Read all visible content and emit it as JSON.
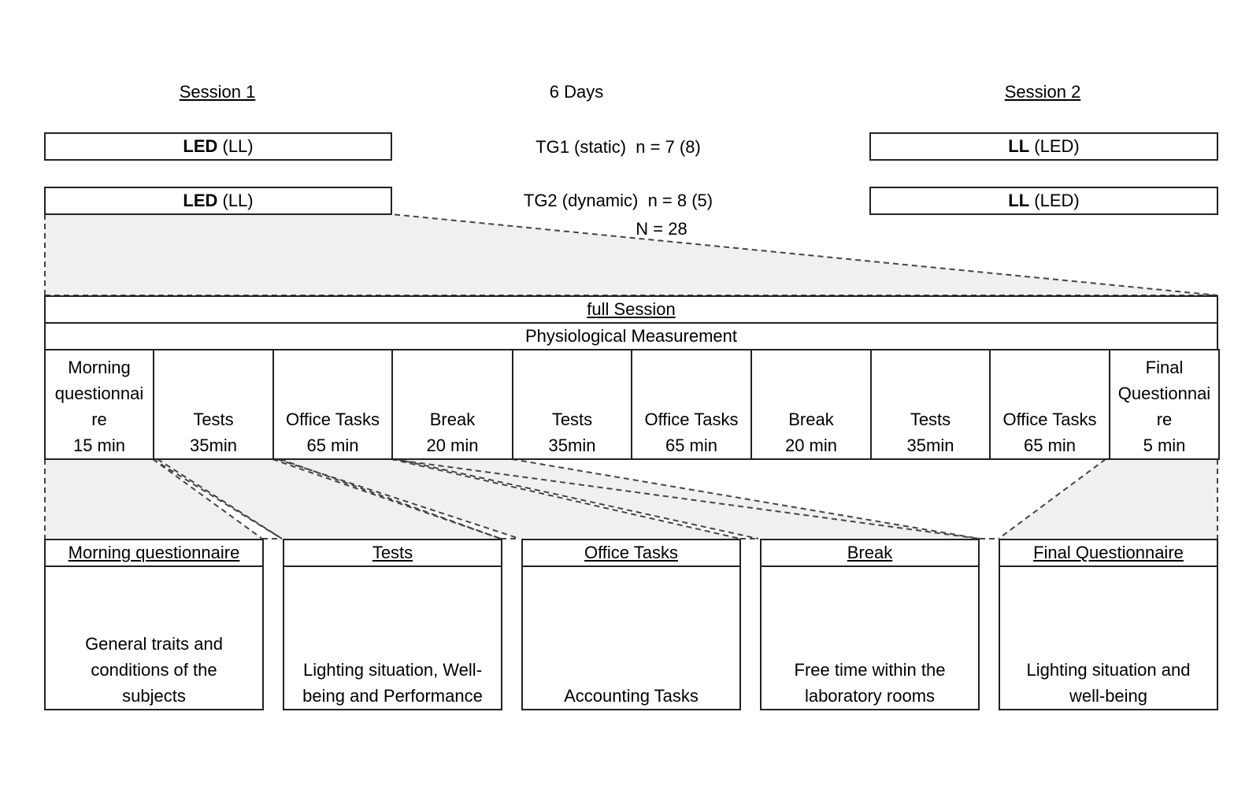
{
  "header": {
    "session1": "Session 1",
    "duration": "6 Days",
    "session2": "Session 2"
  },
  "groups": [
    {
      "label": "TG1 (static)  n = 7 (8)",
      "session1": {
        "bold": "LED",
        "rest": " (LL)"
      },
      "session2": {
        "bold": "LL",
        "rest": " (LED)"
      }
    },
    {
      "label": "TG2 (dynamic)  n = 8 (5)",
      "session1": {
        "bold": "LED",
        "rest": " (LL)"
      },
      "session2": {
        "bold": "LL",
        "rest": " (LED)"
      }
    }
  ],
  "total": "N = 28",
  "full_session": "full Session",
  "physiological": "Physiological Measurement",
  "segments": [
    {
      "label": "Morning\nquestionnai\nre",
      "time": "15 min"
    },
    {
      "label": "Tests",
      "time": "35min"
    },
    {
      "label": "Office Tasks",
      "time": "65 min"
    },
    {
      "label": "Break",
      "time": "20 min"
    },
    {
      "label": "Tests",
      "time": "35min"
    },
    {
      "label": "Office Tasks",
      "time": "65 min"
    },
    {
      "label": "Break",
      "time": "20 min"
    },
    {
      "label": "Tests",
      "time": "35min"
    },
    {
      "label": "Office Tasks",
      "time": "65 min"
    },
    {
      "label": "Final\nQuestionnai\nre",
      "time": "5 min"
    }
  ],
  "details": [
    {
      "title": "Morning questionnaire",
      "body": "General traits and\nconditions of the\nsubjects"
    },
    {
      "title": "Tests",
      "body": "Lighting situation, Well-\nbeing and Performance"
    },
    {
      "title": "Office Tasks",
      "body": "Accounting Tasks"
    },
    {
      "title": "Break",
      "body": "Free time within the\nlaboratory rooms"
    },
    {
      "title": "Final Questionnaire",
      "body": "Lighting situation and\nwell-being"
    }
  ]
}
